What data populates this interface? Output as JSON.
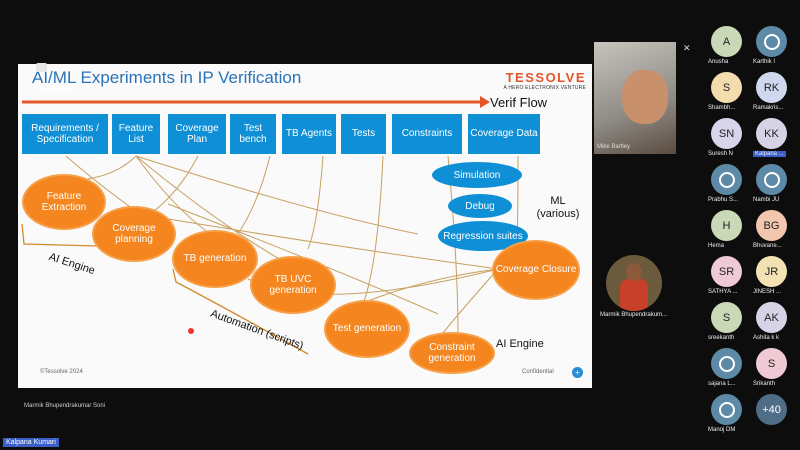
{
  "slide": {
    "title": "AI/ML Experiments in IP Verification",
    "overlay_name": "Riverside",
    "logo": "TESSOLVE",
    "logo_sub": "A HERO ELECTRONIX VENTURE",
    "flow_label": "Verif Flow",
    "blue_boxes": [
      "Requirements / Specification",
      "Feature List",
      "Coverage Plan",
      "Test bench",
      "TB Agents",
      "Tests",
      "Constraints",
      "Coverage Data"
    ],
    "ml_pills": [
      "Simulation",
      "Debug",
      "Regression suites"
    ],
    "ml_label": "ML (various)",
    "orange_nodes": [
      "Feature Extraction",
      "Coverage planning",
      "TB generation",
      "TB UVC generation",
      "Test generation",
      "Constraint generation",
      "Coverage Closure"
    ],
    "ai_engine_left": "AI Engine",
    "automation_label": "Automation (scripts)",
    "ai_engine_right": "AI Engine",
    "footer_left": "©Tessolve 2024",
    "footer_right": "Confidential",
    "footer_btn": "+"
  },
  "screen_share_name": "Marmik Bhupendrakumar Soni",
  "speaker": {
    "name": "Mike Bartley"
  },
  "camera_tile": {
    "name": "Marmik Bhupendrakum..."
  },
  "local_user": "Kalpana Kumari",
  "participants": [
    {
      "initials": "A",
      "name": "Anusha",
      "color": "#c9d8b6"
    },
    {
      "initials": "",
      "name": "Karthik I",
      "color": "#5d8aa6"
    },
    {
      "initials": "S",
      "name": "Shambh...",
      "color": "#f3dcae"
    },
    {
      "initials": "RK",
      "name": "Ramakris...",
      "color": "#cfd8ee"
    },
    {
      "initials": "SN",
      "name": "Suresh N",
      "color": "#d8d4ea"
    },
    {
      "initials": "KK",
      "name": "Kalpana ...",
      "color": "#d6d3e6"
    },
    {
      "initials": "",
      "name": "Prabhu S...",
      "color": "#5d8aa6"
    },
    {
      "initials": "",
      "name": "Nambi JU",
      "color": "#5d8aa6"
    },
    {
      "initials": "H",
      "name": "Hema",
      "color": "#c9d8b6"
    },
    {
      "initials": "BG",
      "name": "Bhuvane...",
      "color": "#f3c7ae"
    },
    {
      "initials": "SR",
      "name": "SATHYA ...",
      "color": "#efc9d3"
    },
    {
      "initials": "JR",
      "name": "JINESH ...",
      "color": "#f3e0b3"
    },
    {
      "initials": "S",
      "name": "sreekanth",
      "color": "#c9d8b6"
    },
    {
      "initials": "AK",
      "name": "Ashita k k",
      "color": "#d6d3e6"
    },
    {
      "initials": "",
      "name": "sajana L...",
      "color": "#5d8aa6"
    },
    {
      "initials": "S",
      "name": "Srikanth",
      "color": "#efc9d3"
    },
    {
      "initials": "",
      "name": "Manoj DM",
      "color": "#5d8aa6"
    }
  ],
  "more_count": "+40",
  "colors": {
    "blue": "#0f8fd6",
    "orange": "#f4851f",
    "title_blue": "#2a73b8",
    "highlight": "#3a5fc8"
  }
}
